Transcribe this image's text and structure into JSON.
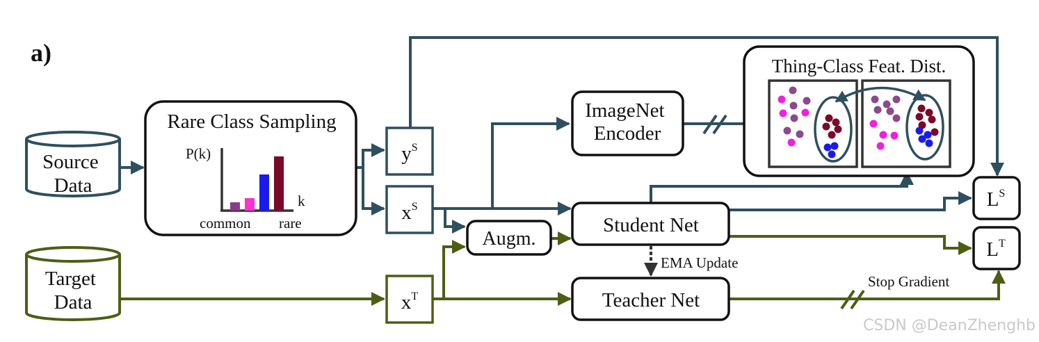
{
  "panel_label": "a)",
  "nodes": {
    "source": "Source\nData",
    "target": "Target\nData",
    "rcs_title": "Rare Class Sampling",
    "ys": "y",
    "ys_sup": "S",
    "xs": "x",
    "xs_sup": "S",
    "xt": "x",
    "xt_sup": "T",
    "augm": "Augm.",
    "imagenet": "ImageNet\nEncoder",
    "student": "Student Net",
    "teacher": "Teacher Net",
    "ls": "L",
    "ls_sup": "S",
    "lt": "L",
    "lt_sup": "T",
    "feat_title": "Thing-Class Feat. Dist."
  },
  "rcs_chart": {
    "type": "bar",
    "ylabel": "P(k)",
    "xlabel": "k",
    "left_label": "common",
    "right_label": "rare",
    "bars": [
      {
        "value": 0.12,
        "color": "#8B3A8B"
      },
      {
        "value": 0.18,
        "color": "#FF33CC"
      },
      {
        "value": 0.52,
        "color": "#1A1AEE"
      },
      {
        "value": 0.78,
        "color": "#7A0A28"
      }
    ]
  },
  "edge_labels": {
    "ema": "EMA Update",
    "stop": "Stop Gradient"
  },
  "colors": {
    "source_stroke": "#2E4F5E",
    "target_stroke": "#4D5E14",
    "ema_arrow": "#333333",
    "dot_purple": "#8B4A8B",
    "dot_magenta": "#F020E0",
    "dot_darkred": "#7A0A28",
    "dot_blue": "#1A1AEE"
  },
  "watermark": "CSDN @DeanZhenghb"
}
